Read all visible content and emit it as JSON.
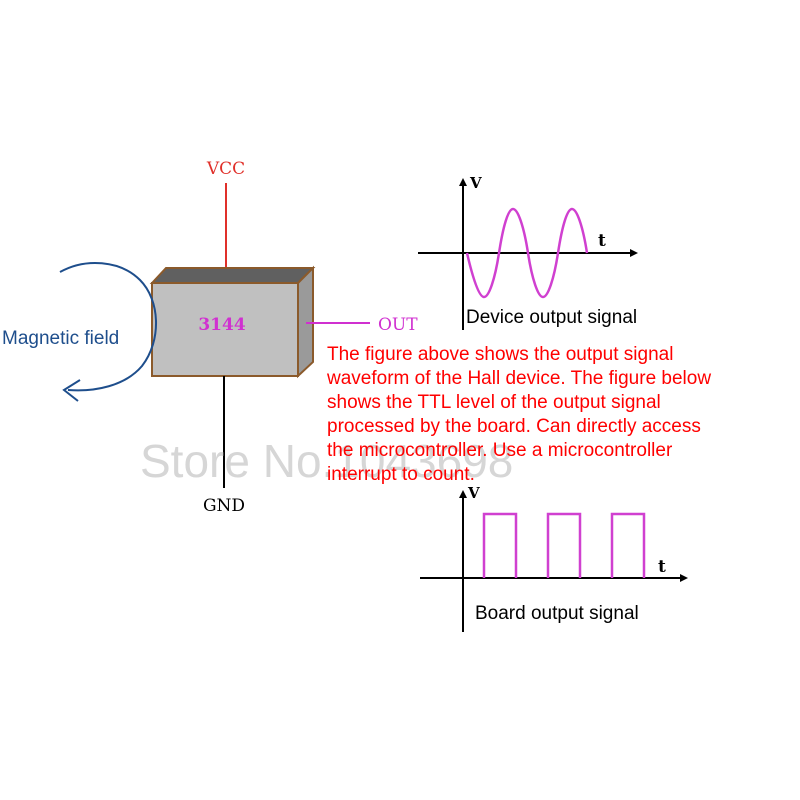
{
  "sensor": {
    "part_number": "3144",
    "vcc_label": "VCC",
    "gnd_label": "GND",
    "out_label": "OUT",
    "field_label": "Magnetic field"
  },
  "device_chart": {
    "y_label": "V",
    "x_label": "t",
    "caption": "Device output signal"
  },
  "board_chart": {
    "y_label": "V",
    "x_label": "t",
    "caption": "Board output signal"
  },
  "description": [
    "The figure above shows the output signal",
    "waveform of the Hall device. The figure below",
    "shows the TTL level of the output signal",
    "processed by the board. Can directly access",
    "the microcontroller. Use a microcontroller",
    "interrupt to count."
  ],
  "watermark": "Store No.1043698",
  "colors": {
    "power": "#e0302a",
    "out": "#d030d0",
    "field": "#1e4e8c",
    "chip_face": "#c0c0c0",
    "chip_top": "#606060",
    "chip_side": "#9a9a9a",
    "chip_border": "#8b5a2b",
    "signal": "#d040d0",
    "text_red": "#ff0000"
  }
}
